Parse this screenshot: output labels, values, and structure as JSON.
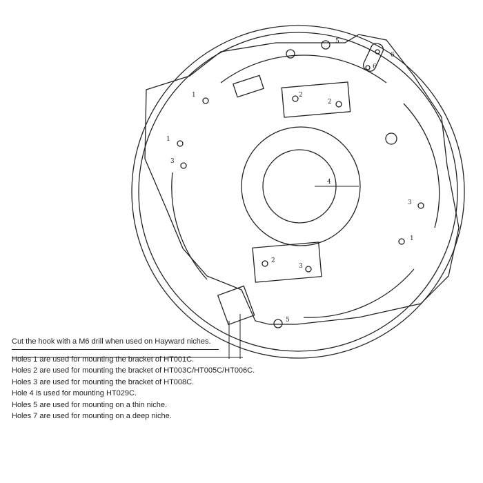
{
  "diagram": {
    "labels": {
      "hole1_a": "1",
      "hole1_b": "1",
      "hole1_c": "1",
      "hole2_a": "2",
      "hole2_b": "2",
      "hole2_c": "2",
      "hole3_a": "3",
      "hole3_b": "3",
      "hole3_c": "3",
      "hole4": "4",
      "hole5_a": "5",
      "hole5_b": "5",
      "hole6_a": "6",
      "hole6_b": "6"
    }
  },
  "notes": {
    "hook": "Cut the hook with a M6 drill when used on Hayward niches.",
    "lines": [
      "Holes 1 are used for mounting the bracket of HT001C.",
      "Holes 2 are used for mounting the bracket of HT003C/HT005C/HT006C.",
      "Holes 3 are used for mounting the bracket of HT008C.",
      "Hole 4 is used for mounting HT029C.",
      "Holes 5 are used for mounting on a thin niche.",
      "Holes 7 are used for mounting on a deep niche."
    ]
  }
}
